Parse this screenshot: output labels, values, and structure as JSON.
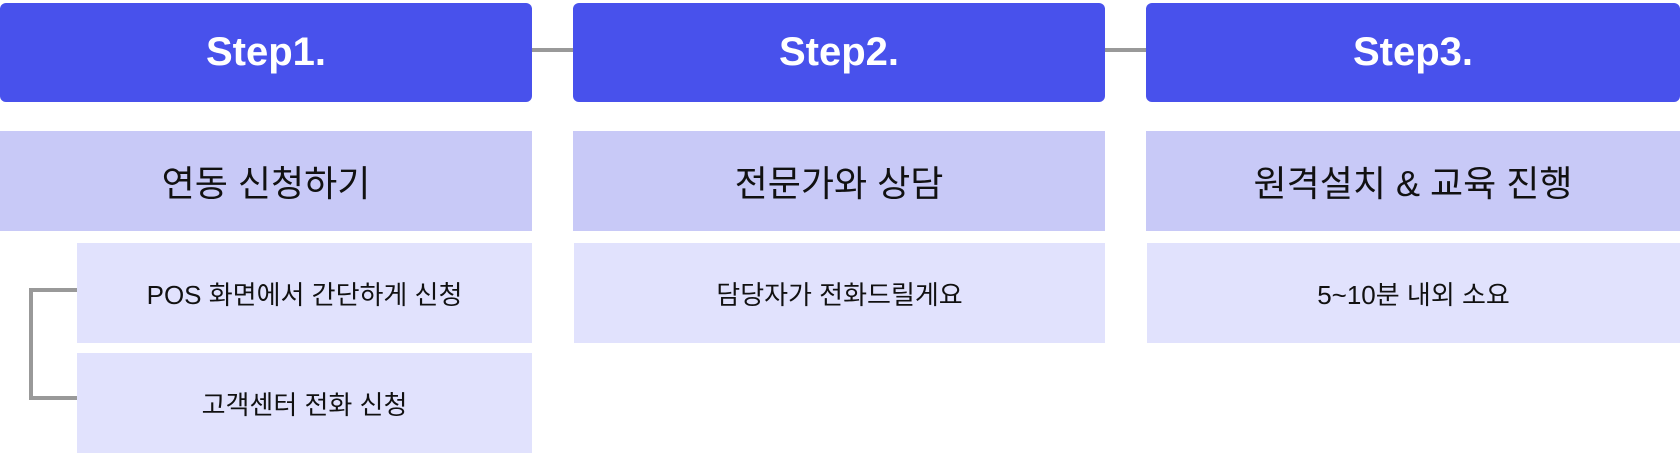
{
  "steps": [
    {
      "label": "Step1.",
      "title": "연동 신청하기",
      "items": [
        "POS 화면에서 간단하게 신청",
        "고객센터 전화 신청"
      ]
    },
    {
      "label": "Step2.",
      "title": "전문가와 상담",
      "items": [
        "담당자가 전화드릴게요"
      ]
    },
    {
      "label": "Step3.",
      "title": "원격설치 & 교육 진행",
      "items": [
        "5~10분 내외 소요"
      ]
    }
  ],
  "colors": {
    "step": "#4851EC",
    "title": "#C8C9F7",
    "item": "#E1E2FD",
    "connector": "#999999"
  }
}
